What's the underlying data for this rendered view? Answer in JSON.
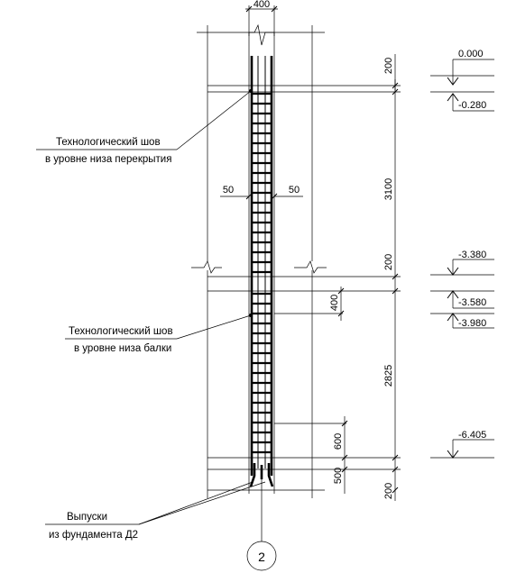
{
  "dimensions": {
    "column_width": "400",
    "cover_left": "50",
    "cover_right": "50",
    "slab_top": "200",
    "floor_height": "3100",
    "slab_mid": "200",
    "beam_depth": "400",
    "lower_height": "2825",
    "lap_600": "600",
    "lap_500": "500",
    "slab_bottom": "200"
  },
  "elevations": {
    "e1": "0.000",
    "e2": "-0.280",
    "e3": "-3.380",
    "e4": "-3.580",
    "e5": "-3.980",
    "e6": "-6.405"
  },
  "notes": {
    "joint_slab_line1": "Технологический шов",
    "joint_slab_line2": "в уровне низа перекрытия",
    "joint_beam_line1": "Технологический шов",
    "joint_beam_line2": "в уровне низа балки",
    "dowels_line1": "Выпуски",
    "dowels_line2": "из фундамента Д2"
  },
  "axis_marker": "2"
}
